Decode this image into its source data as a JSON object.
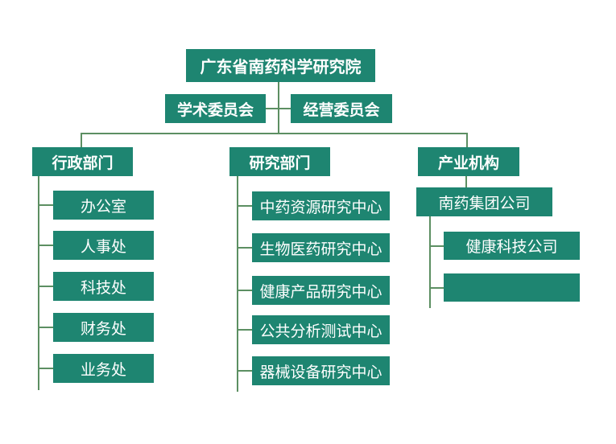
{
  "root": "广东省南药科学研究院",
  "committees": [
    "学术委员会",
    "经营委员会"
  ],
  "departments": [
    {
      "name": "行政部门",
      "children": [
        "办公室",
        "人事处",
        "科技处",
        "财务处",
        "业务处"
      ]
    },
    {
      "name": "研究部门",
      "children": [
        "中药资源研究中心",
        "生物医药研究中心",
        "健康产品研究中心",
        "公共分析测试中心",
        "器械设备研究中心"
      ]
    },
    {
      "name": "产业机构",
      "group": "南药集团公司",
      "children": [
        "健康科技公司",
        ""
      ]
    }
  ],
  "colors": {
    "box": "#1e8571",
    "line": "#5c8f62"
  }
}
